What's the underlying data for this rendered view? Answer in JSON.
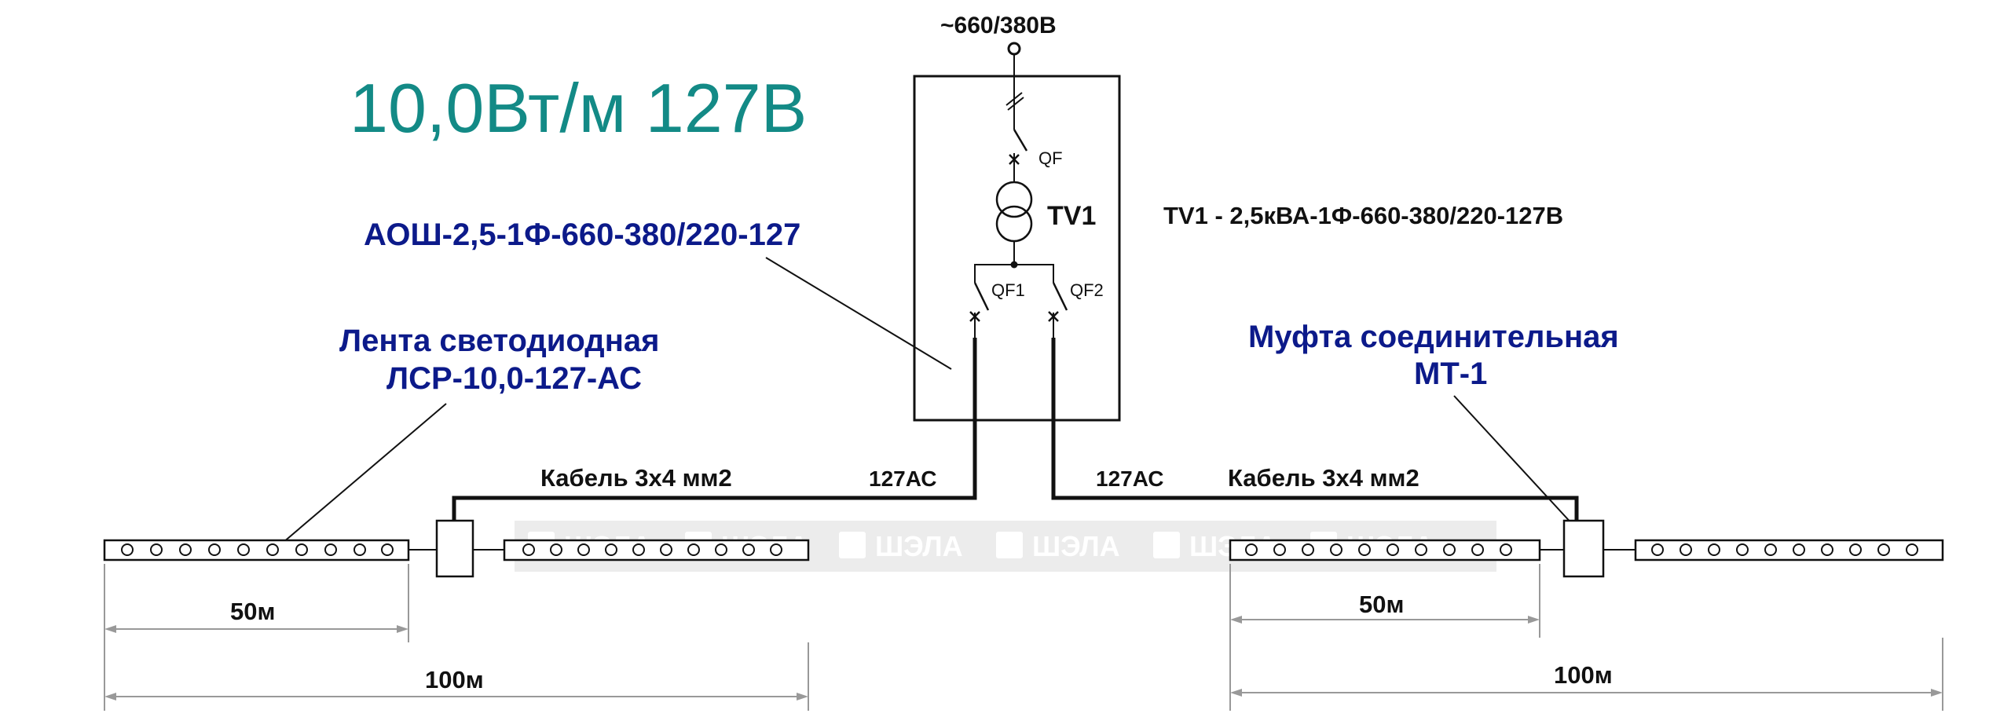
{
  "header": {
    "title": "10,0Вт/м 127В"
  },
  "supply": {
    "voltage": "~660/380В"
  },
  "cabinet": {
    "label": "АОШ-2,5-1Ф-660-380/220-127",
    "breaker_main": "QF",
    "transformer": "TV1",
    "breaker_left": "QF1",
    "breaker_right": "QF2"
  },
  "transformer_spec": "TV1 - 2,5кВА-1Ф-660-380/220-127В",
  "led_strip": {
    "label_line1": "Лента светодиодная",
    "label_line2": "ЛСР-10,0-127-АС"
  },
  "coupling": {
    "label_line1": "Муфта соединительная",
    "label_line2": "МТ-1"
  },
  "cables": {
    "left_label": "Кабель 3х4 мм2",
    "right_label": "Кабель 3х4 мм2",
    "left_circuit": "127АС",
    "right_circuit": "127АС"
  },
  "dimensions": {
    "left_short": "50м",
    "left_long": "100м",
    "right_short": "50м",
    "right_long": "100м"
  },
  "watermark": {
    "text": "ШЭЛА",
    "logo_letter": "Ш"
  },
  "colors": {
    "title": "#138a86",
    "callout_labels": "#0c1a8a",
    "lines": "#111111",
    "dimension_lines": "#999999",
    "watermark_band": "#ececec"
  }
}
